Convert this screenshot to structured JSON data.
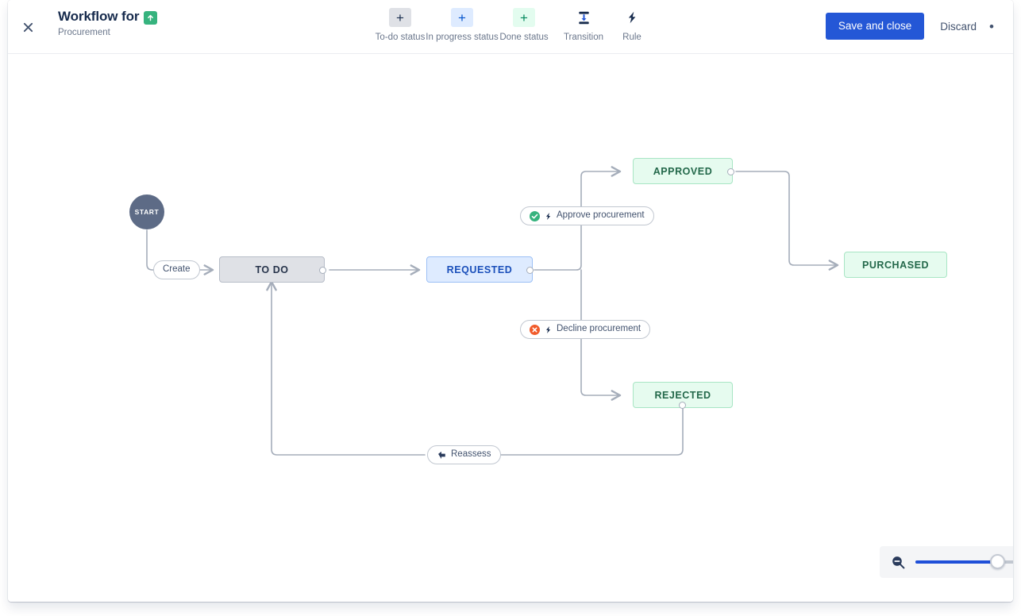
{
  "header": {
    "close_icon": "close-icon",
    "title": "Workflow for",
    "project_icon": "project-arrow-up-icon",
    "subtitle": "Procurement",
    "tools": [
      {
        "icon": "plus-icon",
        "label": "To-do status",
        "glyph": "+"
      },
      {
        "icon": "plus-icon",
        "label": "In progress status",
        "glyph": "+"
      },
      {
        "icon": "plus-icon",
        "label": "Done status",
        "glyph": "+"
      },
      {
        "icon": "transition-icon",
        "label": "Transition",
        "glyph": ""
      },
      {
        "icon": "rule-lightning-icon",
        "label": "Rule",
        "glyph": ""
      }
    ],
    "save_label": "Save and close",
    "discard_label": "Discard",
    "more_label": "•"
  },
  "diagram": {
    "start_label": "START",
    "nodes": [
      {
        "id": "todo",
        "label": "TO DO",
        "type": "todo"
      },
      {
        "id": "requested",
        "label": "REQUESTED",
        "type": "prog"
      },
      {
        "id": "approved",
        "label": "APPROVED",
        "type": "done"
      },
      {
        "id": "rejected",
        "label": "REJECTED",
        "type": "done"
      },
      {
        "id": "purchased",
        "label": "PURCHASED",
        "type": "done"
      }
    ],
    "transitions": [
      {
        "id": "create",
        "label": "Create",
        "status_icon": "none"
      },
      {
        "id": "approve",
        "label": "Approve procurement",
        "status_icon": "check-circle-icon",
        "rule_icon": "rule-lightning-icon"
      },
      {
        "id": "decline",
        "label": "Decline procurement",
        "status_icon": "cross-circle-icon",
        "rule_icon": "rule-lightning-icon"
      },
      {
        "id": "reassess",
        "label": "Reassess",
        "status_icon": "transition-arrow-icon"
      }
    ]
  },
  "zoom_control": {
    "zoom_out_icon": "magnifier-minus-icon",
    "value_percent": 70
  },
  "colors": {
    "accent": "#2457d6",
    "todo_bg": "#dfe1e6",
    "progress_bg": "#deebff",
    "done_bg": "#e6fbef",
    "start_bg": "#5d6b86",
    "check_green": "#36b37e",
    "cross_orange": "#f15b2b",
    "line": "#a5adba"
  }
}
